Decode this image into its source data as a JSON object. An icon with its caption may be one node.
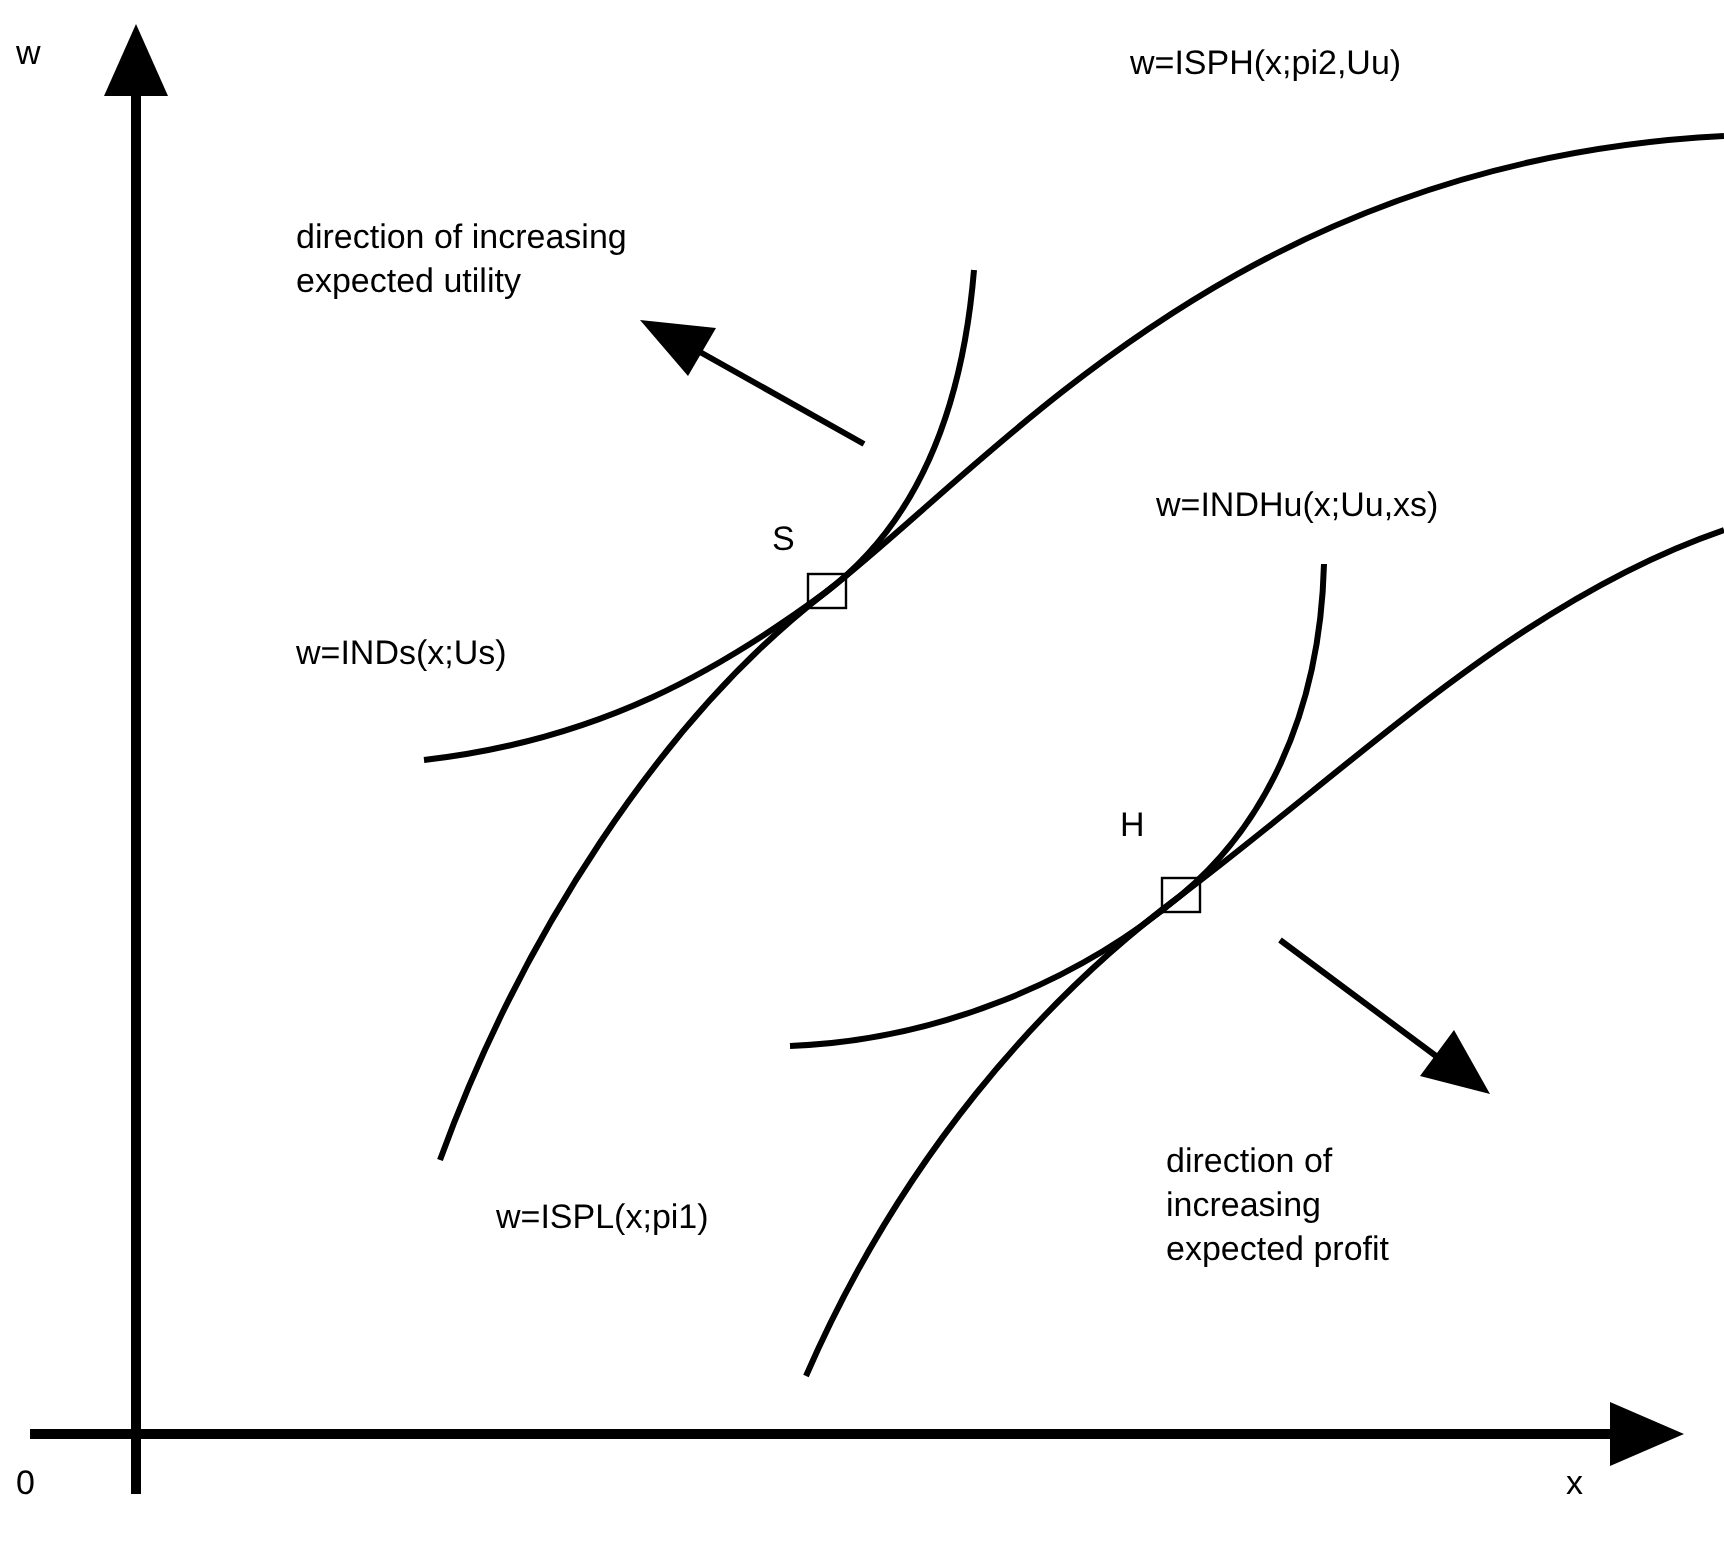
{
  "diagram": {
    "labels": [
      "w",
      "direction of increasing expected utility",
      "w=ISPH(x;pi2,Uu)",
      "S",
      "w=INDs(x;Us)",
      "w=INDHu(x;Uu,xs)",
      "H",
      "w=ISPL(x;pi1)",
      "direction of increasing expected profit",
      "0",
      "x"
    ]
  }
}
